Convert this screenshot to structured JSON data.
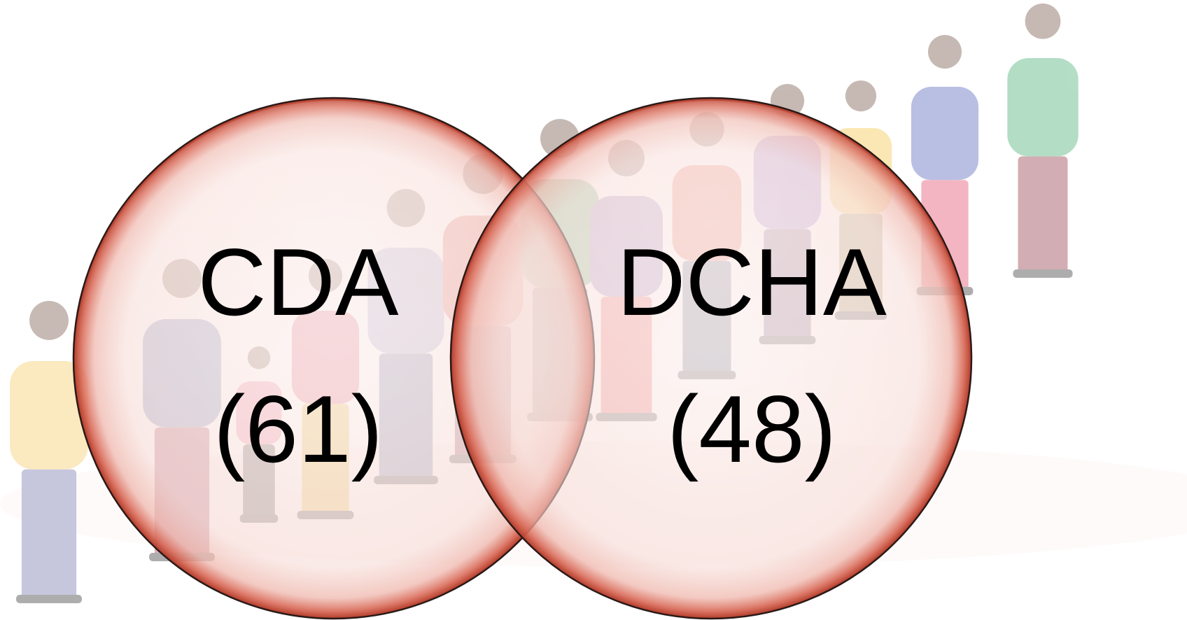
{
  "diagram": {
    "type": "venn",
    "sets": [
      {
        "name": "CDA",
        "count": "(61)"
      },
      {
        "name": "DCHA",
        "count": "(48)"
      }
    ]
  },
  "colors": {
    "circle_fill": "#f6d2cc",
    "circle_rim": "#c0392b",
    "circle_outline": "#2a1a18",
    "text": "#000000",
    "background": "#ffffff"
  },
  "background_illustration": {
    "subject": "crowd of people standing in line, viewed from behind, faded"
  }
}
